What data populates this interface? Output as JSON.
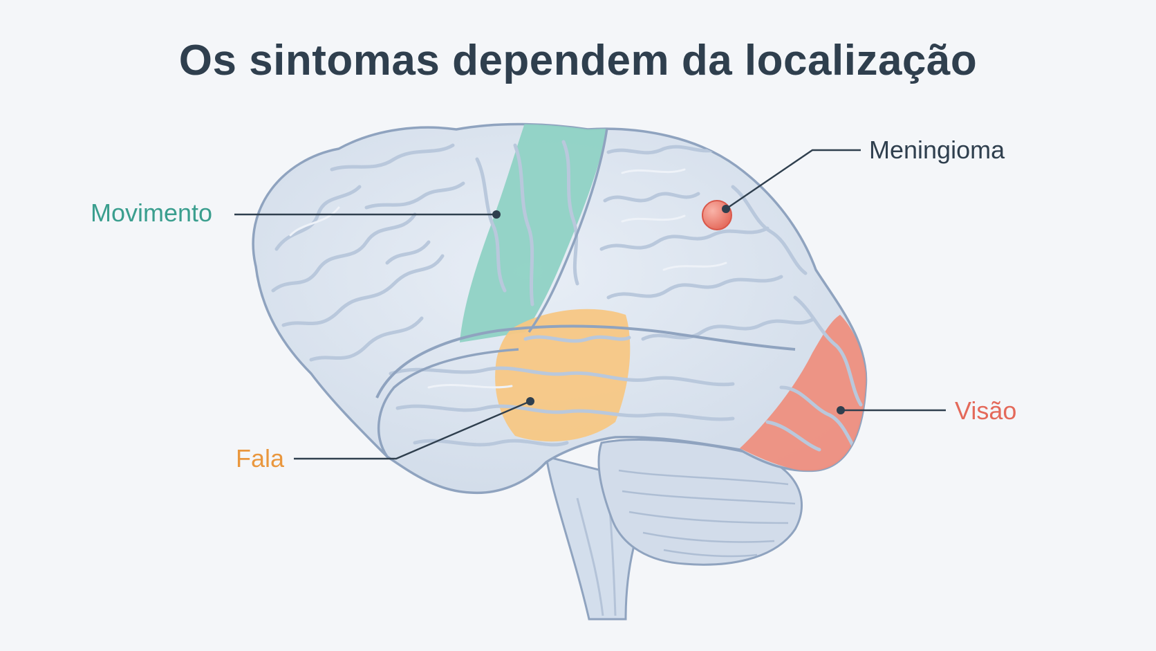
{
  "title": "Os sintomas dependem da localização",
  "labels": {
    "movement": "Movimento",
    "meningioma": "Meningioma",
    "speech": "Fala",
    "vision": "Visão"
  },
  "colors": {
    "title": "#2f3f4e",
    "movement": "#3a9e8e",
    "meningioma": "#2f3f4e",
    "speech": "#e9973e",
    "vision": "#e4695a",
    "brain_fill": "#dde5f0",
    "brain_outline": "#8fa3bf",
    "motor_region": "#8fd2c4",
    "speech_region": "#f7c784",
    "vision_region": "#ee8f80",
    "tumor": "#ef7d6f"
  }
}
